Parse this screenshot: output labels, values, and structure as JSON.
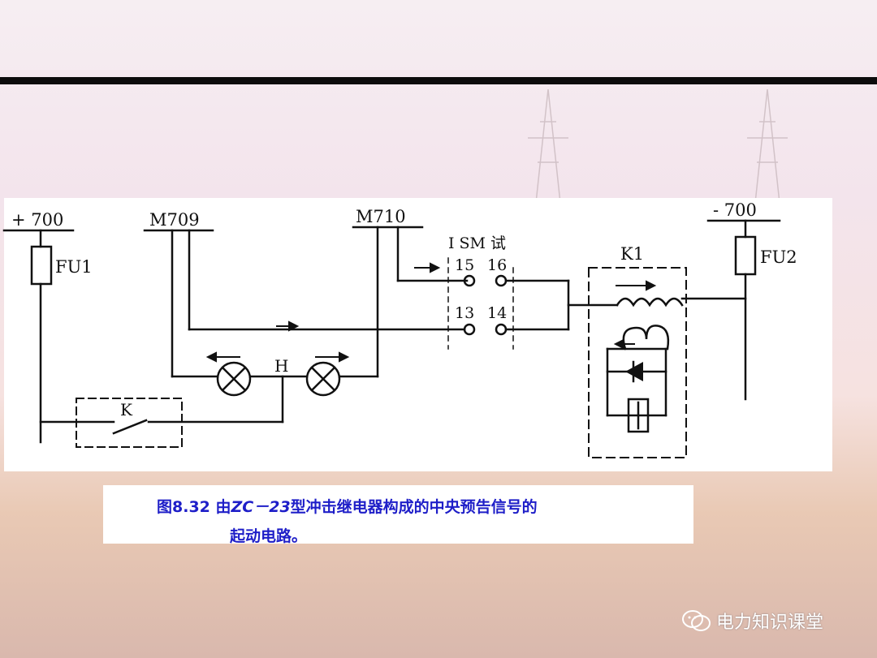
{
  "diagram": {
    "buses": {
      "pos_label": "+ 700",
      "neg_label": "- 700",
      "m709_label": "M709",
      "m710_label": "M710"
    },
    "fuses": {
      "fu1_label": "FU1",
      "fu2_label": "FU2"
    },
    "switch": {
      "label": "I SM 试",
      "contacts": [
        "15",
        "16",
        "13",
        "14"
      ]
    },
    "relay": {
      "label": "K1"
    },
    "lamp_label": "H",
    "button_label": "K"
  },
  "caption": {
    "line1_prefix": "图8.32 由",
    "line1_model": "ZC－23",
    "line1_suffix": "型冲击继电器构成的中央预告信号的",
    "line2": "起动电路。"
  },
  "watermark": {
    "text": "电力知识课堂",
    "icon": "wechat-icon"
  },
  "colors": {
    "caption": "#1e1ec8",
    "bar": "#0c0c0c"
  }
}
